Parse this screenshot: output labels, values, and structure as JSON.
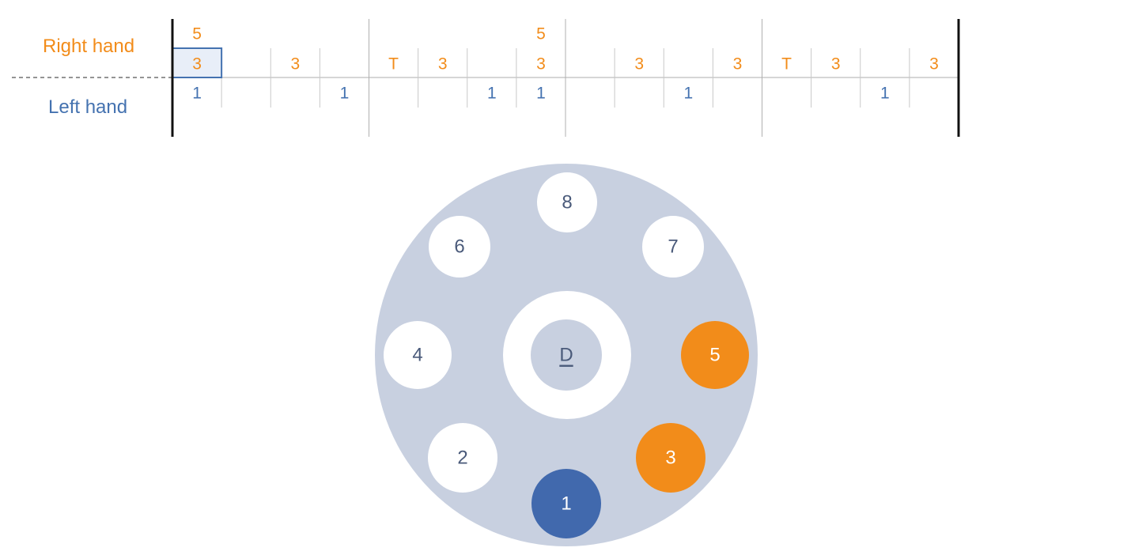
{
  "labels": {
    "right_hand": "Right hand",
    "left_hand": "Left hand"
  },
  "colors": {
    "orange": "#f28c1a",
    "blue": "#4472b0",
    "dark_blue": "#4169ad",
    "drum_body": "#c8d0e0",
    "note_text": "#4a5a7a",
    "highlight_fill": "#e8eef8",
    "highlight_border": "#4472b0"
  },
  "timeline": {
    "measures": 4,
    "beats_per_measure": 4,
    "highlighted_slot": 0,
    "slots": [
      {
        "right": [
          "5",
          "3"
        ],
        "left": "1"
      },
      {
        "right": [],
        "left": ""
      },
      {
        "right": [
          "3"
        ],
        "left": ""
      },
      {
        "right": [],
        "left": "1"
      },
      {
        "right": [
          "T"
        ],
        "left": ""
      },
      {
        "right": [
          "3"
        ],
        "left": ""
      },
      {
        "right": [],
        "left": "1"
      },
      {
        "right": [
          "5",
          "3"
        ],
        "left": "1"
      },
      {
        "right": [],
        "left": ""
      },
      {
        "right": [
          "3"
        ],
        "left": ""
      },
      {
        "right": [],
        "left": "1"
      },
      {
        "right": [
          "3"
        ],
        "left": ""
      },
      {
        "right": [
          "T"
        ],
        "left": ""
      },
      {
        "right": [
          "3"
        ],
        "left": ""
      },
      {
        "right": [],
        "left": "1"
      },
      {
        "right": [
          "3"
        ],
        "left": ""
      }
    ]
  },
  "drum": {
    "center_label": "D",
    "notes": [
      {
        "label": "8",
        "state": "idle"
      },
      {
        "label": "6",
        "state": "idle"
      },
      {
        "label": "7",
        "state": "idle"
      },
      {
        "label": "4",
        "state": "idle"
      },
      {
        "label": "5",
        "state": "right"
      },
      {
        "label": "2",
        "state": "idle"
      },
      {
        "label": "3",
        "state": "right"
      },
      {
        "label": "1",
        "state": "left"
      }
    ]
  }
}
